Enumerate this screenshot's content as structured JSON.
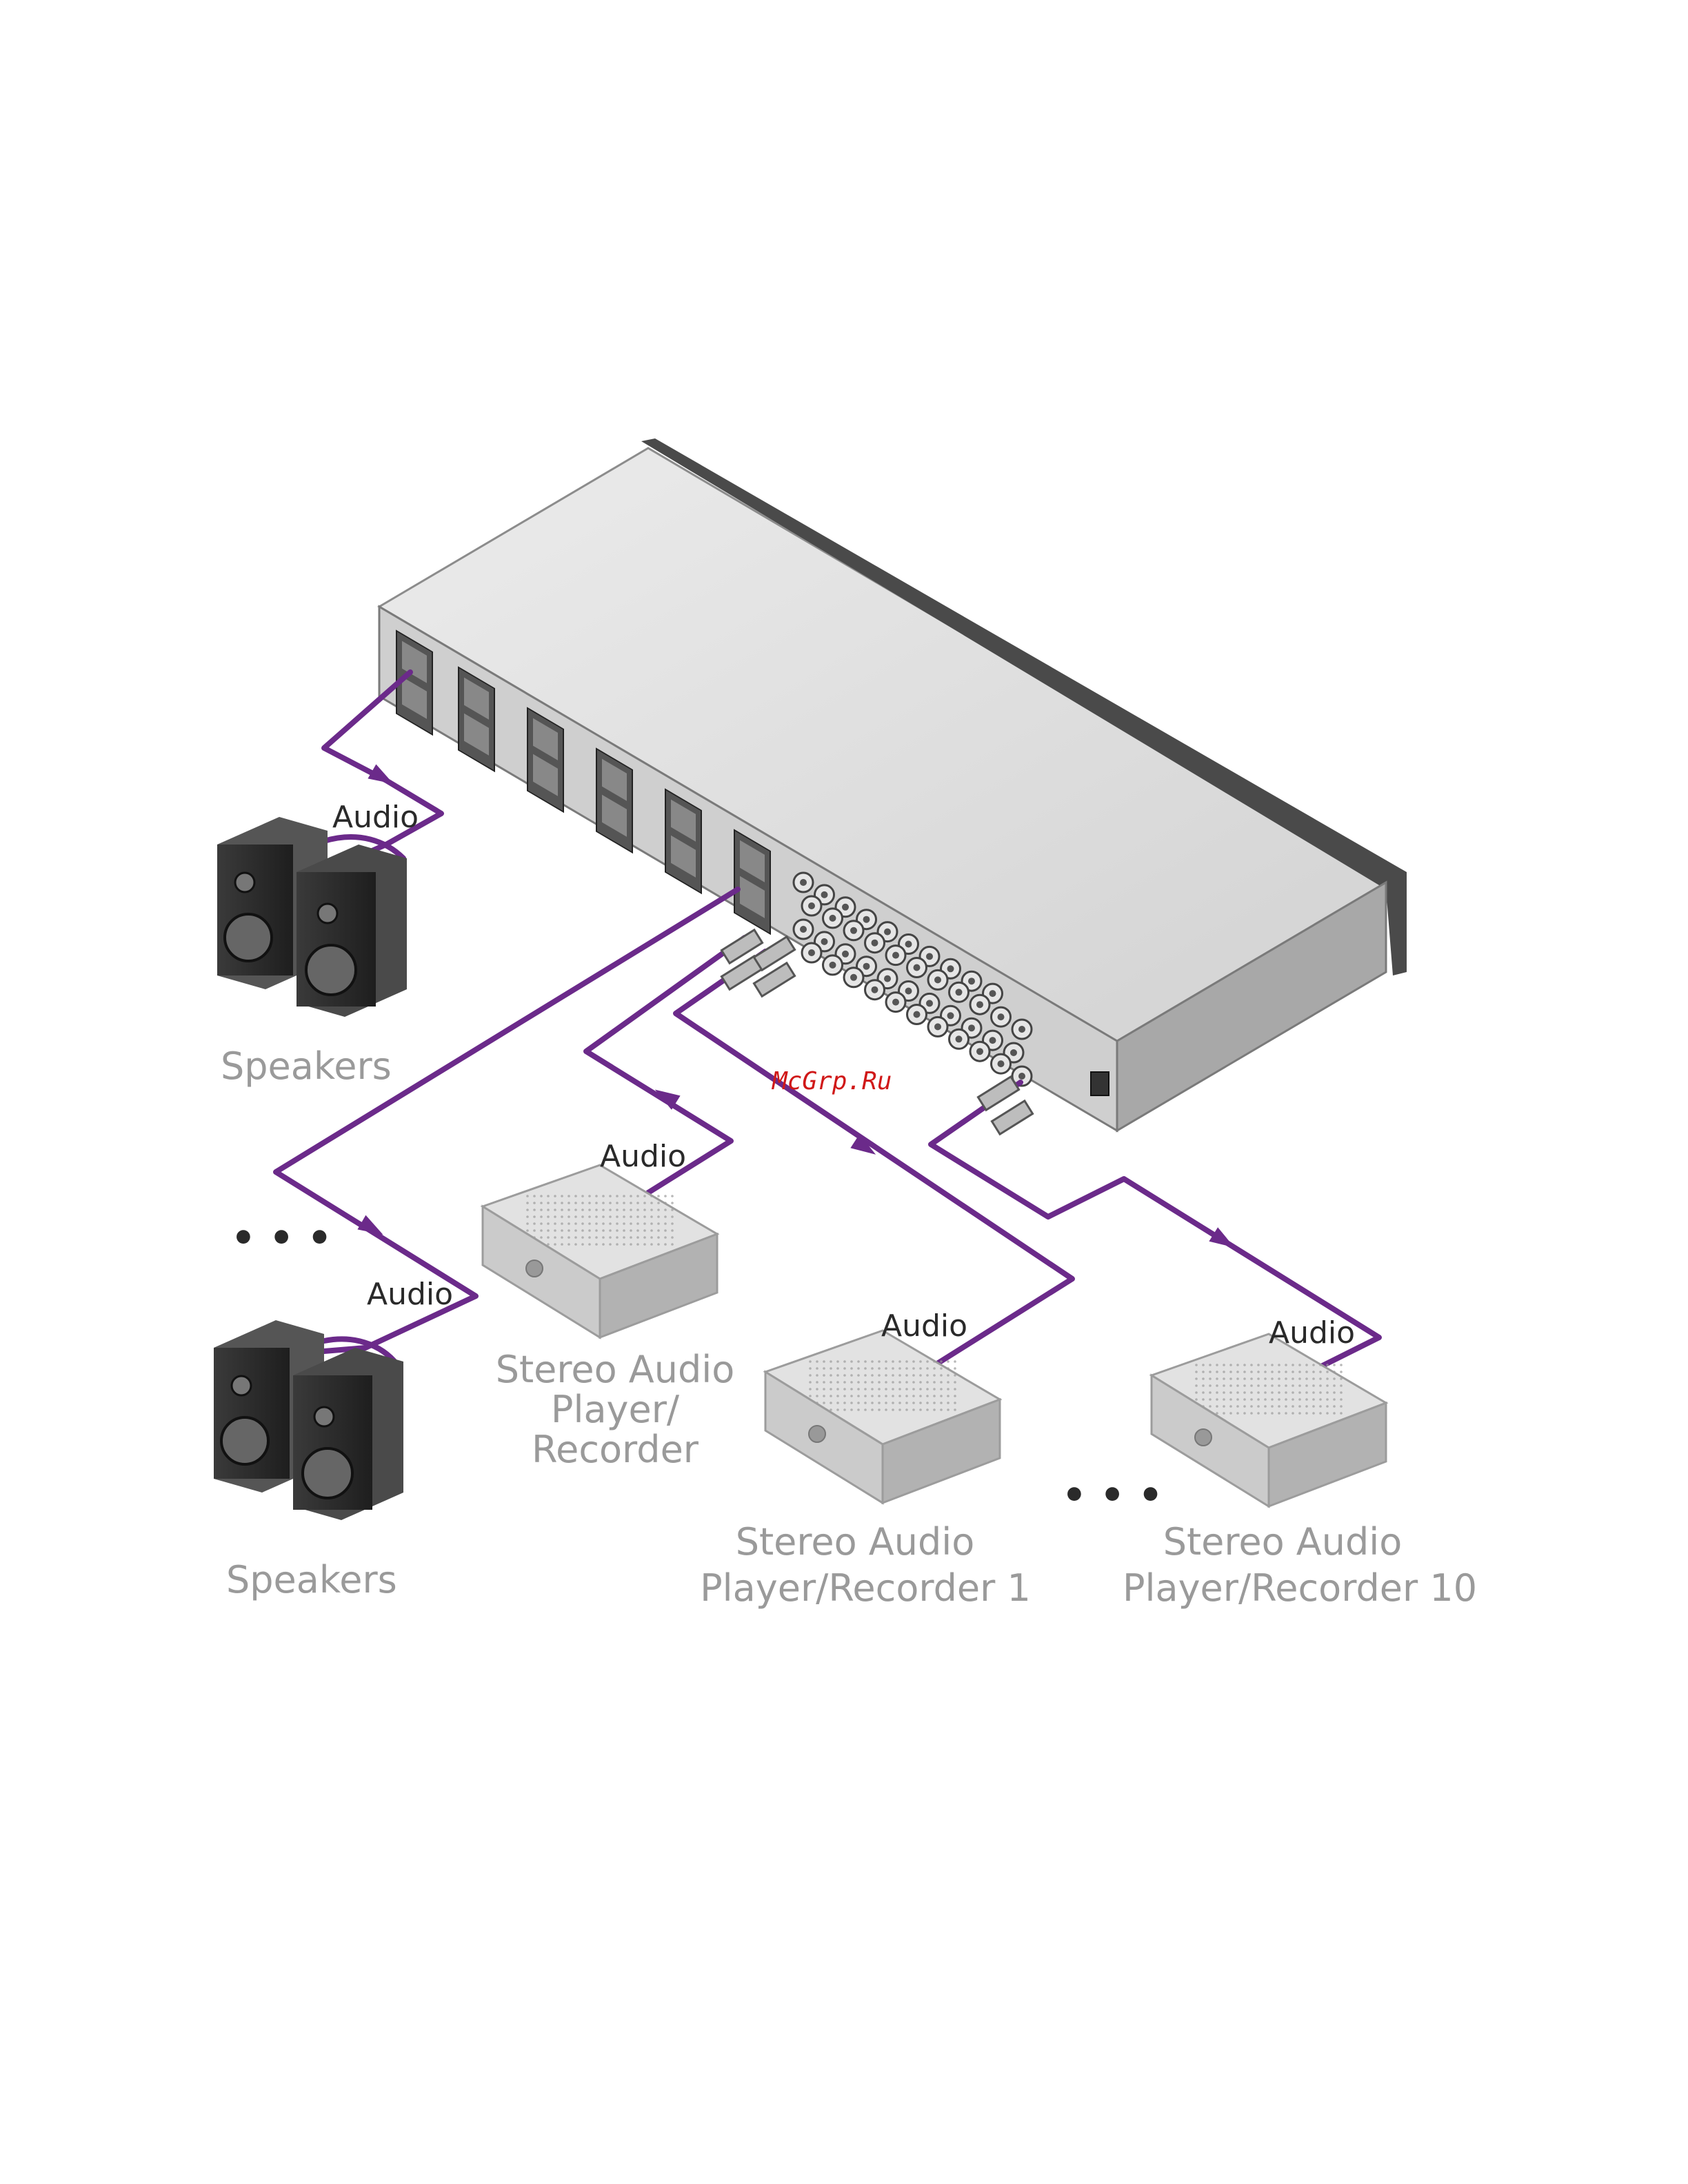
{
  "watermark": "McGrp.Ru",
  "labels": {
    "speakers_top": "Speakers",
    "speakers_bottom": "Speakers",
    "audio_speakers_top": "Audio",
    "audio_speakers_bottom": "Audio",
    "audio_player": "Audio",
    "audio_player_1": "Audio",
    "audio_player_10": "Audio",
    "player_line1": "Stereo Audio",
    "player_line2": "Player/",
    "player_line3": "Recorder",
    "player1_line1": "Stereo Audio",
    "player1_line2": "Player/Recorder 1",
    "player10_line1": "Stereo Audio",
    "player10_line2": "Player/Recorder 10",
    "ellipsis_left": "• • •",
    "ellipsis_right": "• • •"
  },
  "colors": {
    "cable": "#6b2a8a",
    "device_top": "#dedede",
    "device_front": "#c4c4c4",
    "device_side": "#a9a9a9",
    "speaker": "#2c2c2c",
    "label": "#9a9a9a"
  }
}
